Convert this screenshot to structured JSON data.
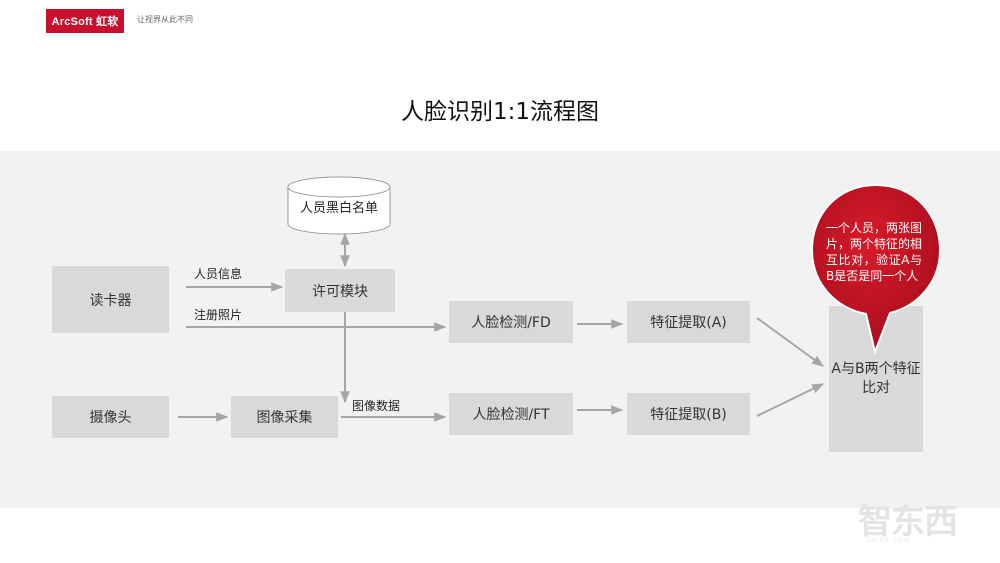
{
  "header": {
    "logo_text": "ArcSoft 虹软",
    "tagline": "让视界从此不同"
  },
  "title": "人脸识别1:1流程图",
  "nodes": {
    "database": "人员黑白名单",
    "card_reader": "读卡器",
    "license_module": "许可模块",
    "camera": "摄像头",
    "image_capture": "图像采集",
    "face_detect_fd": "人脸检测/FD",
    "face_detect_ft": "人脸检测/FT",
    "feature_a": "特征提取(A)",
    "feature_b": "特征提取(B)",
    "compare": "A与B两个特征比对"
  },
  "edge_labels": {
    "person_info": "人员信息",
    "register_photo": "注册照片",
    "image_data": "图像数据"
  },
  "callout": "一个人员，两张图片，两个特征的相互比对，验证A与B是否是同一个人",
  "watermark": {
    "text": "智东西",
    "sub": "ZHIDX.COM"
  },
  "colors": {
    "accent_red": "#c8102e",
    "box_gray": "#d9d9d9",
    "band_gray": "#f2f2f2",
    "line_gray": "#a6a6a6"
  }
}
